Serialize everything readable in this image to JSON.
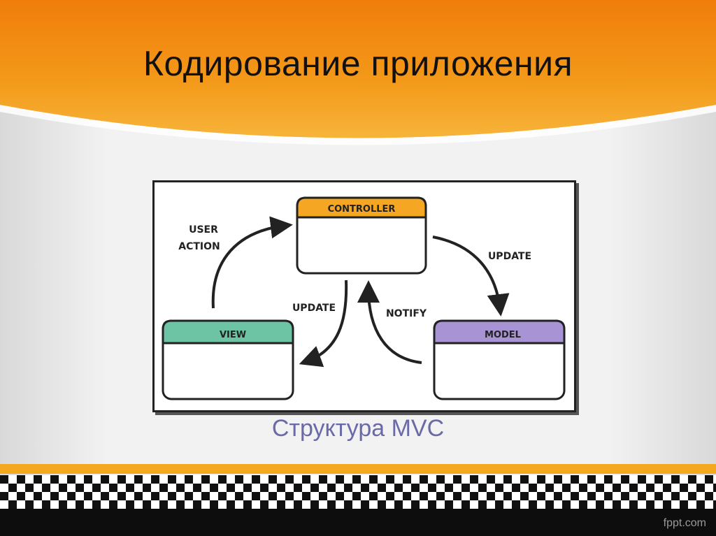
{
  "slide": {
    "title": "Кодирование приложения",
    "caption": "Структура MVC",
    "watermark": "fppt.com"
  },
  "diagram": {
    "nodes": {
      "controller": {
        "label": "CONTROLLER",
        "color": "#f5a623"
      },
      "view": {
        "label": "VIEW",
        "color": "#6cc4a4"
      },
      "model": {
        "label": "MODEL",
        "color": "#a894d4"
      }
    },
    "edges": {
      "user_action_line1": "USER",
      "user_action_line2": "ACTION",
      "controller_to_model": "UPDATE",
      "controller_to_view": "UPDATE",
      "model_to_controller": "NOTIFY"
    }
  },
  "colors": {
    "banner_orange": "#f07d0a",
    "banner_light": "#f9b233",
    "stripe_yellow": "#f3a81f",
    "caption": "#6a6aa8"
  }
}
